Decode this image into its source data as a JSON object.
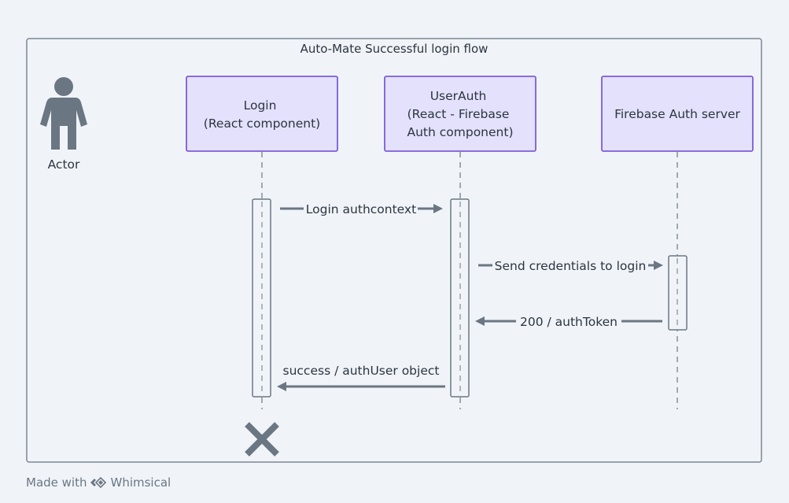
{
  "frame": {
    "title": "Auto-Mate Successful login flow"
  },
  "actor": {
    "label": "Actor"
  },
  "participants": [
    {
      "lines": [
        "Login",
        "(React component)"
      ]
    },
    {
      "lines": [
        "UserAuth",
        "(React - Firebase",
        "Auth component)"
      ]
    },
    {
      "lines": [
        "Firebase Auth server"
      ]
    }
  ],
  "messages": [
    {
      "label": "Login authcontext"
    },
    {
      "label": "Send credentials to login"
    },
    {
      "label": "200 / authToken"
    },
    {
      "label": "success / authUser object"
    }
  ],
  "footer": {
    "made_with": "Made with",
    "brand": "Whimsical"
  },
  "colors": {
    "participant_fill": "#e3e1fc",
    "participant_stroke": "#7d5bd9",
    "line": "#6b7683",
    "frame_stroke": "#7b8694",
    "background": "#f0f4f8"
  }
}
